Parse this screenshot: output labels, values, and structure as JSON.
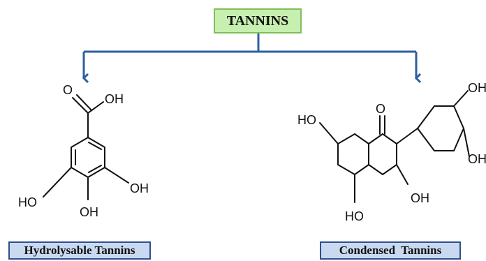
{
  "title": "TANNINS",
  "left_label": "Hydrolysable Tannins",
  "right_label": "Condensed  Tannins",
  "left_molecule": {
    "atoms": {
      "o_carbonyl": "O",
      "oh_acid": "OH",
      "oh_left": "HO",
      "oh_bottom": "OH",
      "oh_right": "OH"
    }
  },
  "right_molecule": {
    "atoms": {
      "ho_top": "HO",
      "o_ketone": "O",
      "ho_bottom": "HO",
      "oh_bottom": "OH",
      "oh_top_right": "OH",
      "oh_right": "OH"
    }
  },
  "colors": {
    "title_fill": "#c6efb0",
    "title_border": "#7fbf5a",
    "label_fill": "#c9d9f0",
    "label_border": "#2f4f8f",
    "arrow": "#2e5fa0"
  }
}
